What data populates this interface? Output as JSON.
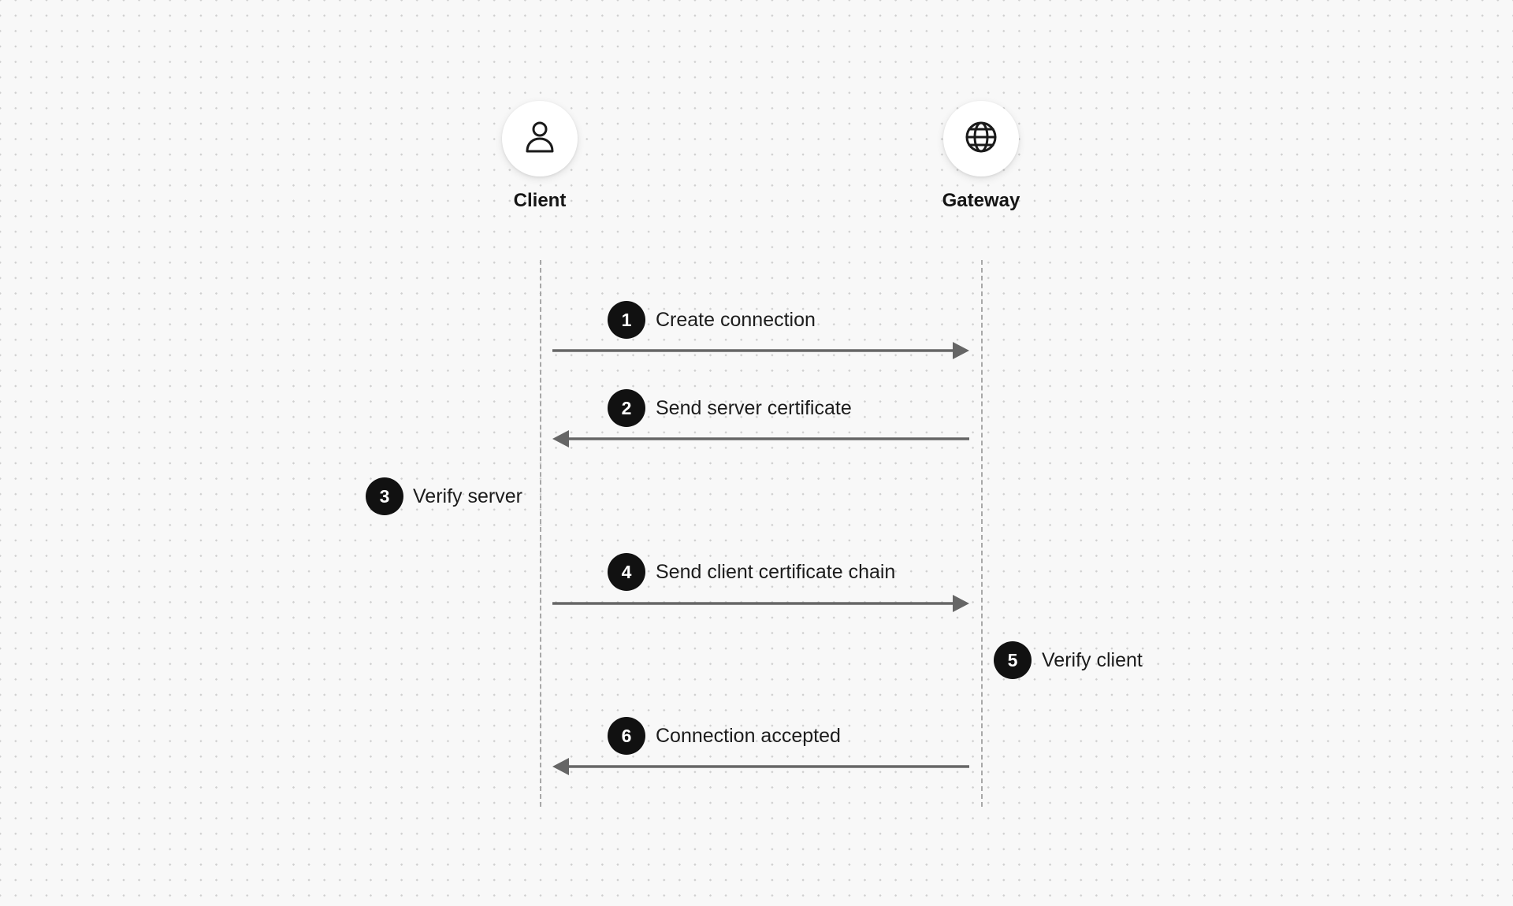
{
  "participants": [
    {
      "name": "Client",
      "icon": "user-icon"
    },
    {
      "name": "Gateway",
      "icon": "globe-icon"
    }
  ],
  "steps": [
    {
      "number": "1",
      "label": "Create connection",
      "kind": "message",
      "from": "Client",
      "to": "Gateway"
    },
    {
      "number": "2",
      "label": "Send server certificate",
      "kind": "message",
      "from": "Gateway",
      "to": "Client"
    },
    {
      "number": "3",
      "label": "Verify server",
      "kind": "note",
      "at": "Client"
    },
    {
      "number": "4",
      "label": "Send client certificate chain",
      "kind": "message",
      "from": "Client",
      "to": "Gateway"
    },
    {
      "number": "5",
      "label": "Verify client",
      "kind": "note",
      "at": "Gateway"
    },
    {
      "number": "6",
      "label": "Connection accepted",
      "kind": "message",
      "from": "Gateway",
      "to": "Client"
    }
  ],
  "colors": {
    "arrow": "#666666",
    "badge": "#111111",
    "lifeline": "#a8a8a8",
    "background": "#f8f8f8"
  }
}
